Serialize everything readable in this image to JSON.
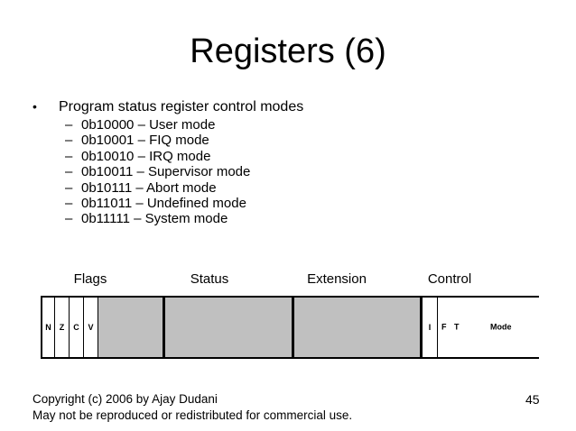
{
  "slide": {
    "title": "Registers (6)",
    "page_number": "45",
    "background_color": "#ffffff",
    "text_color": "#000000"
  },
  "bullets": {
    "marker": "•",
    "sub_marker": "–",
    "main": "Program status register control modes",
    "items": [
      "0b10000 – User mode",
      "0b10001 – FIQ mode",
      "0b10010 – IRQ mode",
      "0b10011 – Supervisor mode",
      "0b10111 – Abort mode",
      "0b11011 – Undefined mode",
      "0b11111 – System mode"
    ]
  },
  "diagram": {
    "section_labels": [
      "Flags",
      "Status",
      "Extension",
      "Control"
    ],
    "flag_bits": [
      "N",
      "Z",
      "C",
      "V"
    ],
    "control_bits": [
      "I",
      "F",
      "T"
    ],
    "mode_label": "Mode",
    "fill_color": "#c0c0c0",
    "border_color": "#000000"
  },
  "footer": {
    "line1": "Copyright (c) 2006 by Ajay Dudani",
    "line2": "May not be reproduced or redistributed for commercial use."
  }
}
